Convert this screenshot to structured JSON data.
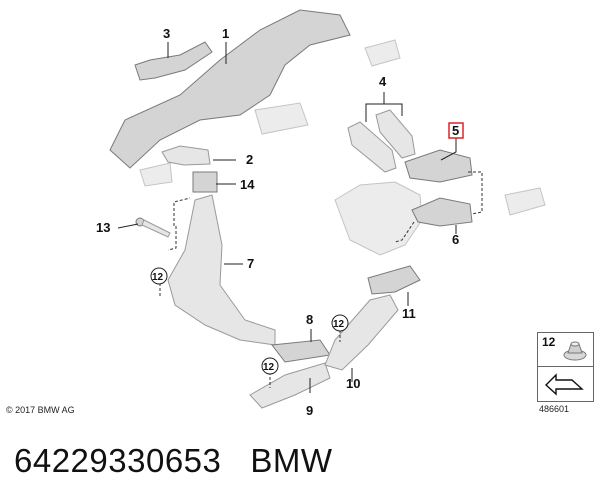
{
  "callouts": [
    "1",
    "2",
    "3",
    "4",
    "5",
    "6",
    "7",
    "8",
    "9",
    "10",
    "11",
    "12",
    "13",
    "14"
  ],
  "highlight_color": "#d9252a",
  "copyright": "© 2017 BMW AG",
  "legend_number": "12",
  "legend_icon": "arrow-icon",
  "diagram_id": "486601",
  "footer": {
    "part_number": "64229330653",
    "brand": "BMW"
  }
}
